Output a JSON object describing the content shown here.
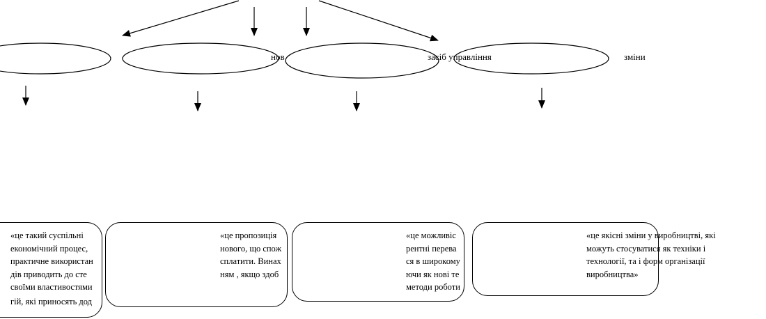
{
  "labels": {
    "innovation_fragment": "нов",
    "management_tool": "засіб управління",
    "changes": "зміни"
  },
  "definitions": {
    "d1": {
      "lines": [
        "«це такий суспільні",
        "економічний процес,",
        "практичне використан",
        "дів приводить до сте",
        "своїми властивостями",
        "гій, які приносять дод"
      ]
    },
    "d2": {
      "lines": [
        "«це пропозиція",
        "нового, що спож",
        "сплатити. Винах",
        "ням , якщо здоб"
      ]
    },
    "d3": {
      "lines": [
        "«це можливіс",
        "рентні перева",
        "ся в широкому",
        "ючи як нові те",
        "методи роботи"
      ]
    },
    "d4": {
      "lines": [
        "«це якісні зміни у виробництві, які",
        "можуть стосуватися як техніки і",
        "технології, та і форм організації",
        "виробництва»"
      ]
    }
  },
  "colors": {
    "stroke": "#000000",
    "background": "#ffffff"
  }
}
